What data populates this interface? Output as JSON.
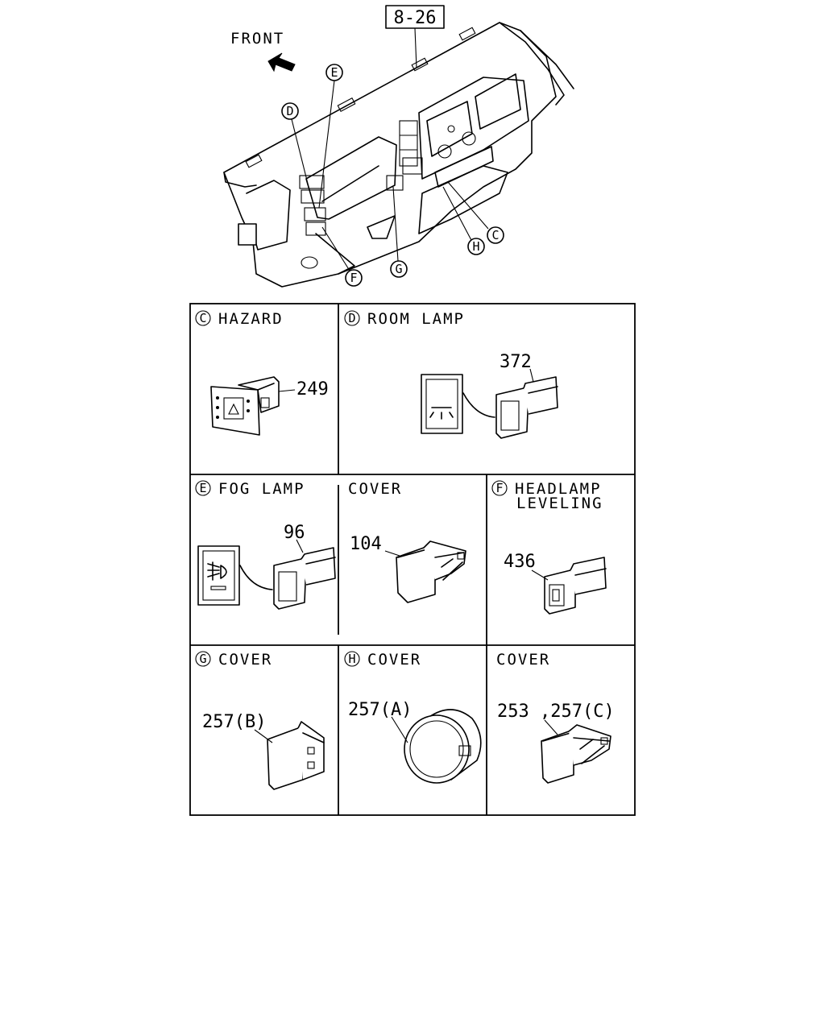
{
  "diagram": {
    "ref_box": "8-26",
    "front_label": "FRONT",
    "overview_callouts": {
      "E": "E",
      "D": "D",
      "C": "C",
      "H": "H",
      "G": "G",
      "F": "F"
    },
    "panels": {
      "hazard": {
        "letter": "C",
        "title": "HAZARD",
        "part": "249"
      },
      "roomlamp": {
        "letter": "D",
        "title": "ROOM LAMP",
        "part": "372"
      },
      "foglamp": {
        "letter": "E",
        "title": "FOG LAMP",
        "part": "96"
      },
      "cover104": {
        "title": "COVER",
        "part": "104"
      },
      "headlamp": {
        "letter": "F",
        "title_line1": "HEADLAMP",
        "title_line2": "LEVELING",
        "part": "436"
      },
      "coverG": {
        "letter": "G",
        "title": "COVER",
        "part": "257(B)"
      },
      "coverH": {
        "letter": "H",
        "title": "COVER",
        "part": "257(A)"
      },
      "coverC": {
        "title": "COVER",
        "part": "253 ,257(C)"
      }
    }
  }
}
